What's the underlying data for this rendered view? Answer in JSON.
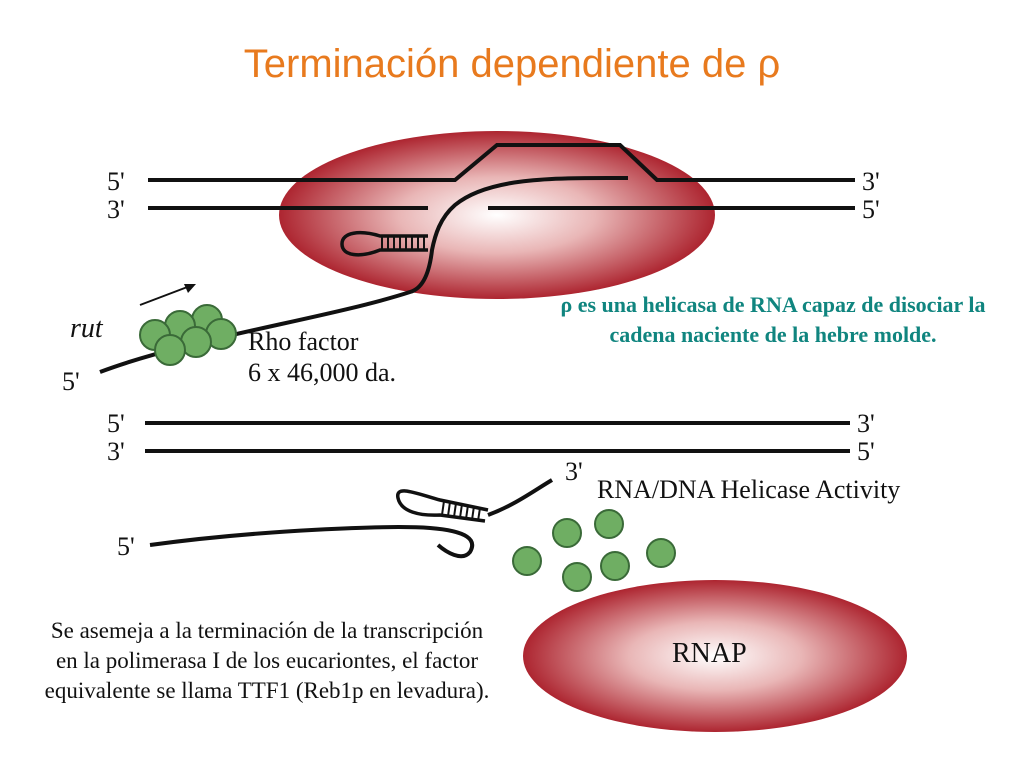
{
  "title": "Terminación dependiente de ρ",
  "top_panel": {
    "strand_labels": {
      "top_left": "5'",
      "bottom_left": "3'",
      "top_right": "3'",
      "bottom_right": "5'"
    },
    "rut_label": "rut",
    "rna_5prime": "5'",
    "rho_name": "Rho factor",
    "rho_size": "6 x 46,000 da."
  },
  "helicase_note": "ρ es una helicasa de RNA capaz de disociar la cadena naciente de la hebre molde.",
  "bottom_panel": {
    "strand_labels": {
      "top_left": "5'",
      "bottom_left": "3'",
      "top_right": "3'",
      "bottom_right": "5'"
    },
    "rna_3prime": "3'",
    "rna_5prime": "5'",
    "activity_label": "RNA/DNA Helicase Activity",
    "rnap_label": "RNAP"
  },
  "bottom_note": "Se asemeja a la terminación de la transcripción en la polimerasa I de los eucariontes, el factor equivalente se llama TTF1 (Reb1p en levadura).",
  "colors": {
    "title": "#e87a1e",
    "teal_text": "#10857f",
    "rnap_red": "#b8323a",
    "rho_green": "#6fae63"
  }
}
